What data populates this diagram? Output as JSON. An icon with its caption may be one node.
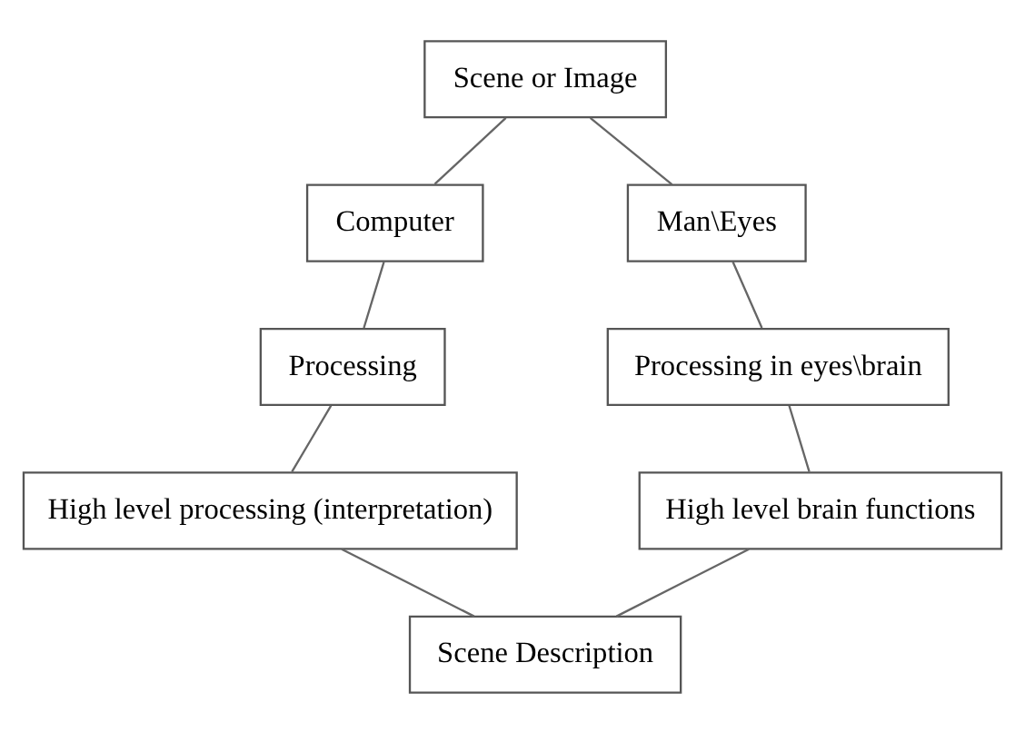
{
  "diagram": {
    "nodes": [
      {
        "text": [
          "Scene or Image"
        ]
      },
      {
        "text": [
          "Computer"
        ]
      },
      {
        "text": [
          "Man\\Eyes"
        ]
      },
      {
        "text": [
          "Processing"
        ]
      },
      {
        "text": [
          "Processing in eyes\\brain"
        ]
      },
      {
        "text": [
          "High level processing (interpretation)"
        ]
      },
      {
        "text": [
          "High level brain functions"
        ]
      },
      {
        "text": [
          "Scene Description"
        ]
      }
    ],
    "edges": [
      {
        "from": 0,
        "to": 1,
        "arrow": "none"
      },
      {
        "from": 0,
        "to": 2,
        "arrow": "none"
      },
      {
        "from": 1,
        "to": 3,
        "arrow": "none"
      },
      {
        "from": 2,
        "to": 4,
        "arrow": "none"
      },
      {
        "from": 3,
        "to": 5,
        "arrow": "none"
      },
      {
        "from": 4,
        "to": 6,
        "arrow": "none"
      },
      {
        "from": 5,
        "to": 7,
        "arrow": "none"
      },
      {
        "from": 6,
        "to": 7,
        "arrow": "none"
      }
    ]
  }
}
